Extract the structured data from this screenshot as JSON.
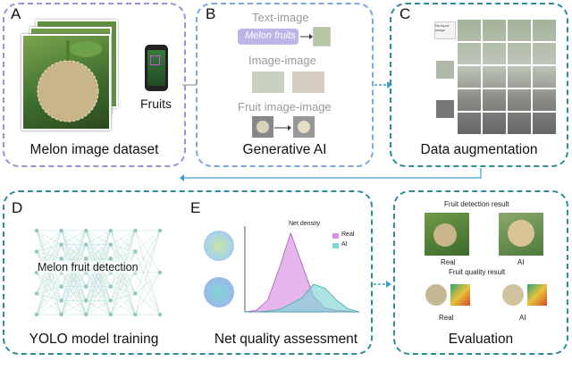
{
  "panels": {
    "a": {
      "letter": "A",
      "caption": "Melon image dataset",
      "fruits_label": "Fruits"
    },
    "b": {
      "letter": "B",
      "caption": "Generative AI",
      "text_image": "Text-image",
      "prompt": "Melon fruits",
      "image_image": "Image-image",
      "fruit_image_image": "Fruit image-image"
    },
    "c": {
      "letter": "C",
      "caption": "Data augmentation",
      "no_input": "No input image"
    },
    "d": {
      "letter": "D",
      "caption": "YOLO model training",
      "overlay": "Melon fruit detection"
    },
    "e": {
      "letter": "E",
      "caption": "Net quality assessment"
    },
    "f": {
      "caption": "Evaluation",
      "detection_title": "Fruit detection result",
      "quality_title": "Fruit quality result",
      "real": "Real",
      "ai": "AI"
    }
  },
  "colors": {
    "purple": "#a58be0",
    "blue": "#7aa6e6",
    "teal": "#2f8b9b",
    "pink": "#d98ee0",
    "cyan": "#7fd6d4"
  },
  "chart_data": {
    "type": "area",
    "title": "Net density",
    "xlabel": "",
    "ylabel": "",
    "series": [
      {
        "name": "Real",
        "x": [
          0,
          1,
          2,
          3,
          4,
          5,
          6,
          7,
          8,
          9,
          10
        ],
        "values": [
          0,
          0.02,
          0.15,
          0.55,
          1.0,
          0.6,
          0.2,
          0.05,
          0.02,
          0.01,
          0
        ]
      },
      {
        "name": "AI",
        "x": [
          0,
          1,
          2,
          3,
          4,
          5,
          6,
          7,
          8,
          9,
          10
        ],
        "values": [
          0,
          0,
          0.01,
          0.03,
          0.1,
          0.18,
          0.35,
          0.3,
          0.15,
          0.04,
          0
        ]
      }
    ],
    "legend": "top-right",
    "grid": false
  }
}
